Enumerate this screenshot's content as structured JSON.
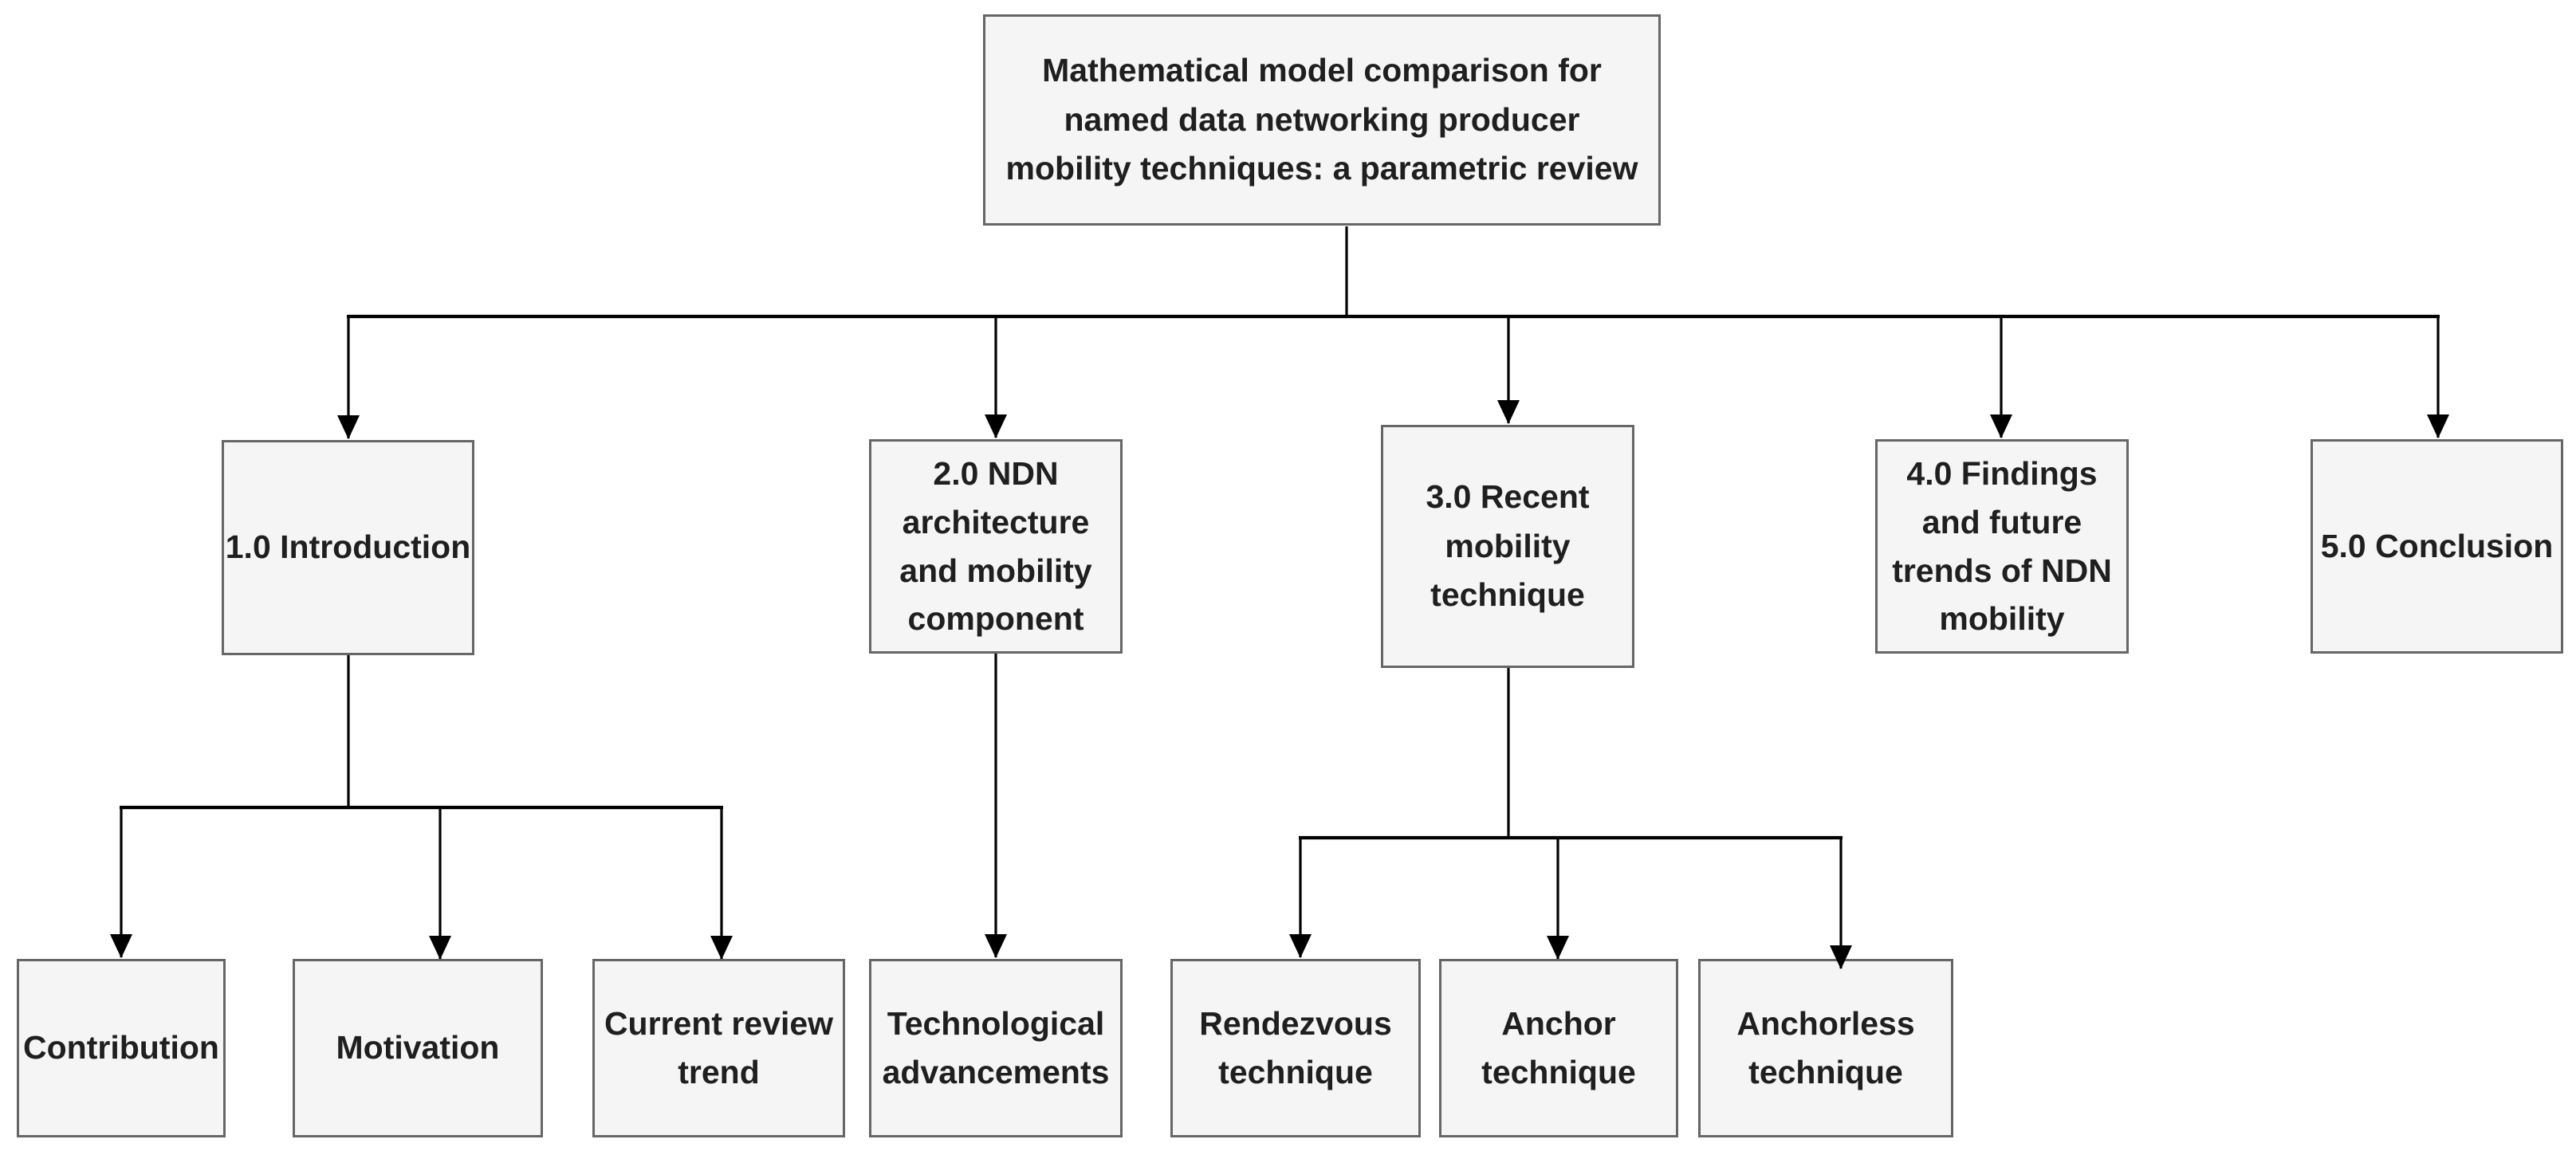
{
  "diagram": {
    "type": "flowchart-tree",
    "title": "Mathematical model comparison for named data networking producer mobility techniques: a parametric review",
    "nodes": {
      "root": {
        "label": "Mathematical model comparison for\nnamed data networking producer\nmobility techniques: a parametric review"
      },
      "introduction": {
        "label": "1.0 Introduction"
      },
      "ndn": {
        "label": "2.0 NDN\narchitecture\nand mobility\ncomponent"
      },
      "recent": {
        "label": "3.0 Recent\nmobility\ntechnique"
      },
      "findings": {
        "label": "4.0 Findings\nand future\ntrends of NDN\nmobility"
      },
      "conclusion": {
        "label": "5.0 Conclusion"
      },
      "contribution": {
        "label": "Contribution"
      },
      "motivation": {
        "label": "Motivation"
      },
      "crt": {
        "label": "Current review\ntrend"
      },
      "ta": {
        "label": "Technological\nadvancements"
      },
      "rendezvous": {
        "label": "Rendezvous\ntechnique"
      },
      "anchor": {
        "label": "Anchor\ntechnique"
      },
      "anchorless": {
        "label": "Anchorless\ntechnique"
      }
    },
    "edges": [
      {
        "from": "root",
        "to": "introduction"
      },
      {
        "from": "root",
        "to": "ndn"
      },
      {
        "from": "root",
        "to": "recent"
      },
      {
        "from": "root",
        "to": "findings"
      },
      {
        "from": "root",
        "to": "conclusion"
      },
      {
        "from": "introduction",
        "to": "contribution"
      },
      {
        "from": "introduction",
        "to": "motivation"
      },
      {
        "from": "introduction",
        "to": "crt"
      },
      {
        "from": "ndn",
        "to": "ta"
      },
      {
        "from": "recent",
        "to": "rendezvous"
      },
      {
        "from": "recent",
        "to": "anchor"
      },
      {
        "from": "recent",
        "to": "anchorless"
      }
    ]
  },
  "colors": {
    "node_fill": "#f5f5f5",
    "node_border": "#666666",
    "connector": "#000000",
    "text": "#1f1f1f",
    "background": "#ffffff"
  }
}
